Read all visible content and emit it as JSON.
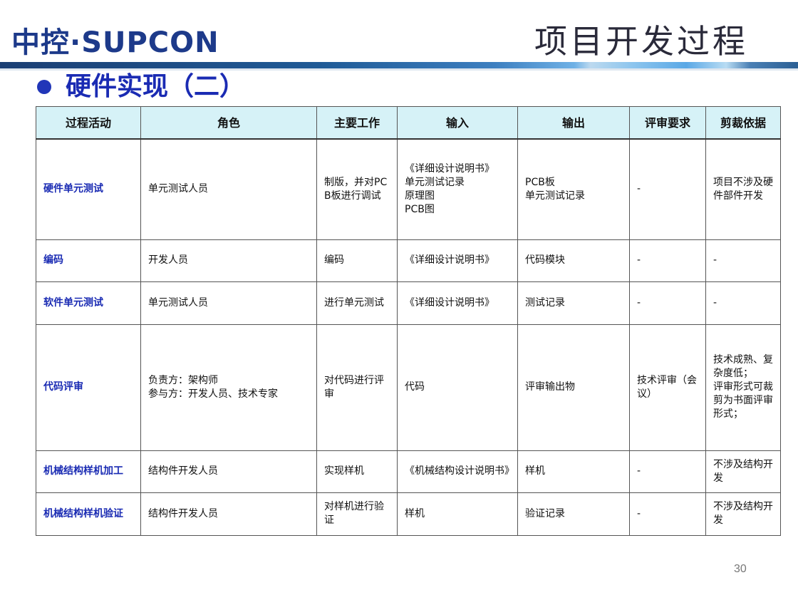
{
  "header": {
    "logo_text": "中控·SUPCON",
    "title": "项目开发过程"
  },
  "section": {
    "heading": "硬件实现（二）"
  },
  "table": {
    "columns": [
      "过程活动",
      "角色",
      "主要工作",
      "输入",
      "输出",
      "评审要求",
      "剪裁依据"
    ],
    "rows": [
      {
        "activity": "硬件单元测试",
        "role": [
          "单元测试人员"
        ],
        "work": [
          "制版，并对PCB板进行调试"
        ],
        "input": [
          "《详细设计说明书》",
          "单元测试记录",
          "原理图",
          "PCB图"
        ],
        "output": [
          "PCB板",
          "单元测试记录"
        ],
        "review": [
          "-"
        ],
        "tailor": [
          "项目不涉及硬件部件开发"
        ]
      },
      {
        "activity": "编码",
        "role": [
          "开发人员"
        ],
        "work": [
          "编码"
        ],
        "input": [
          "《详细设计说明书》"
        ],
        "output": [
          "代码模块"
        ],
        "review": [
          "-"
        ],
        "tailor": [
          "-"
        ]
      },
      {
        "activity": "软件单元测试",
        "role": [
          "单元测试人员"
        ],
        "work": [
          "进行单元测试"
        ],
        "input": [
          "《详细设计说明书》"
        ],
        "output": [
          "测试记录"
        ],
        "review": [
          "-"
        ],
        "tailor": [
          "-"
        ]
      },
      {
        "activity": "代码评审",
        "role": [
          "负责方：架构师",
          "参与方：开发人员、技术专家"
        ],
        "work": [
          "对代码进行评审"
        ],
        "input": [
          "代码"
        ],
        "output": [
          "评审输出物"
        ],
        "review": [
          "技术评审（会议）"
        ],
        "tailor": [
          "技术成熟、复杂度低；",
          "评审形式可裁剪为书面评审形式；"
        ]
      },
      {
        "activity": "机械结构样机加工",
        "role": [
          "结构件开发人员"
        ],
        "work": [
          "实现样机"
        ],
        "input": [
          "《机械结构设计说明书》"
        ],
        "output": [
          "样机"
        ],
        "review": [
          "-"
        ],
        "tailor": [
          "不涉及结构开发"
        ]
      },
      {
        "activity": "机械结构样机验证",
        "role": [
          "结构件开发人员"
        ],
        "work": [
          "对样机进行验证"
        ],
        "input": [
          "样机"
        ],
        "output": [
          "验证记录"
        ],
        "review": [
          "-"
        ],
        "tailor": [
          "不涉及结构开发"
        ]
      }
    ]
  },
  "footer": {
    "page_number": "30"
  },
  "colors": {
    "brand_blue": "#1d3a8a",
    "heading_blue": "#1a2bb3",
    "header_row_bg": "#d6f2f7"
  }
}
